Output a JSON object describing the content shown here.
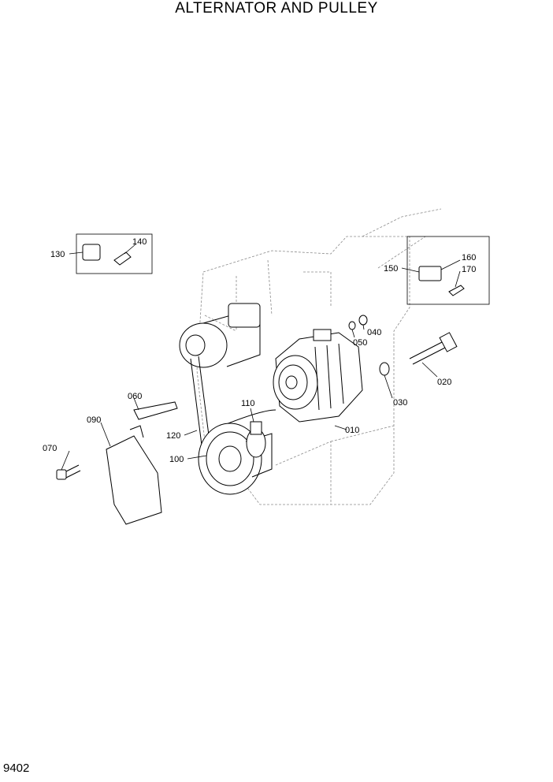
{
  "title": "ALTERNATOR AND PULLEY",
  "page_number": "9402",
  "callouts": {
    "c010": "010",
    "c020": "020",
    "c030": "030",
    "c040": "040",
    "c050": "050",
    "c060": "060",
    "c070": "070",
    "c090": "090",
    "c100": "100",
    "c110": "110",
    "c120": "120",
    "c130": "130",
    "c140": "140",
    "c150": "150",
    "c160": "160",
    "c170": "170"
  }
}
